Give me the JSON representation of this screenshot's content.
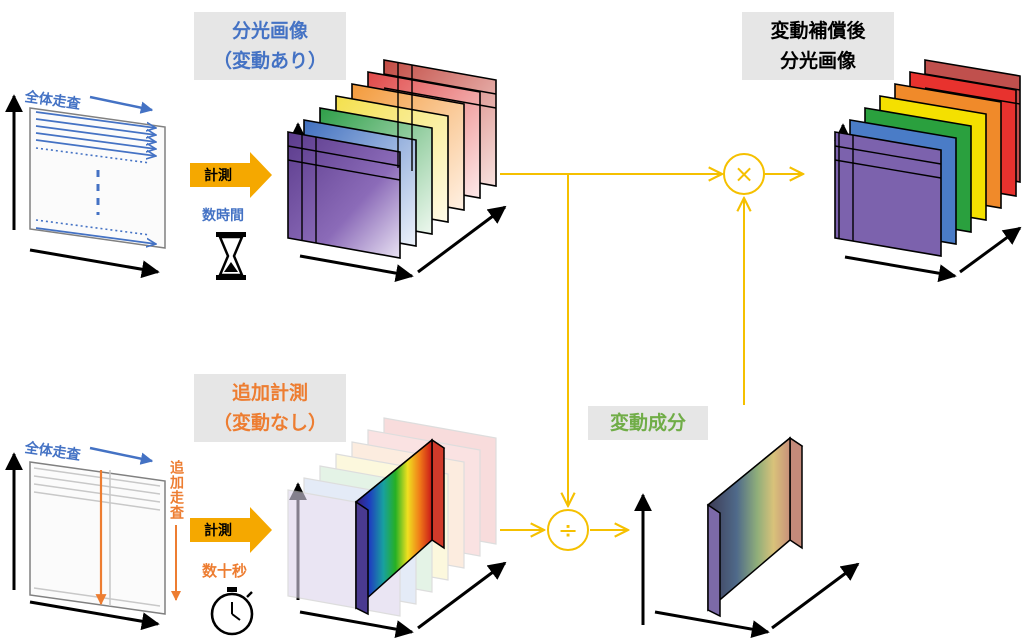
{
  "top": {
    "scan_label": "全体走査",
    "measure_label": "計測",
    "time_label": "数時間",
    "cube_title_line1": "分光画像",
    "cube_title_line2": "（変動あり）"
  },
  "bottom": {
    "scan_label": "全体走査",
    "extra_scan_label": "追加走査",
    "measure_label": "計測",
    "time_label": "数十秒",
    "cube_title_line1": "追加計測",
    "cube_title_line2": "（変動なし）"
  },
  "operations": {
    "multiply_symbol": "×",
    "divide_symbol": "÷"
  },
  "variation_component_label": "変動成分",
  "result": {
    "title_line1": "変動補償後",
    "title_line2": "分光画像"
  },
  "colors": {
    "blue": "#4472c4",
    "orange": "#ed7d31",
    "green": "#70ad47",
    "flow": "#f5c000",
    "gray_box": "#e6e6e6"
  }
}
